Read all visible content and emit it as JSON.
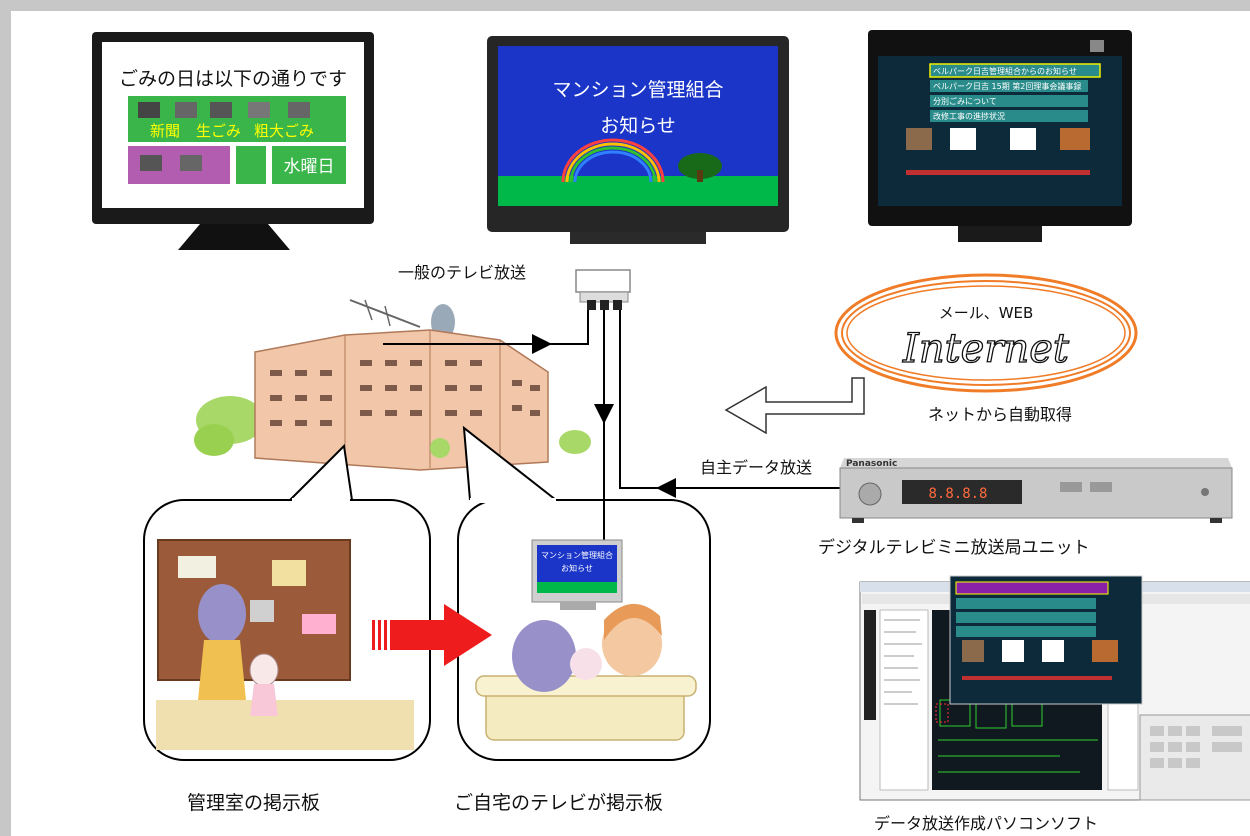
{
  "tv1": {
    "title": "ごみの日は以下の通りです",
    "labels": [
      "新聞",
      "生ごみ",
      "粗大ごみ"
    ],
    "day": "水曜日"
  },
  "tv2": {
    "line1": "マンション管理組合",
    "line2": "お知らせ"
  },
  "tv3": {
    "menu": [
      "ベルパーク日吉管理組合からのお知らせ",
      "ベルパーク日吉 15期 第2回理事会議事録",
      "分別ごみについて",
      "改修工事の進捗状況"
    ]
  },
  "labels": {
    "broadcast": "一般のテレビ放送",
    "mail_web": "メール、WEB",
    "internet": "Internet",
    "auto_fetch": "ネットから自動取得",
    "self_data": "自主データ放送",
    "unit": "デジタルテレビミニ放送局ユニット",
    "software": "データ放送作成パソコンソフト",
    "office_board": "管理室の掲示板",
    "home_tv": "ご自宅のテレビが掲示板"
  },
  "device": {
    "brand": "Panasonic",
    "display": "8.8.8.8"
  },
  "small_tv": {
    "line1": "マンション管理組合",
    "line2": "お知らせ"
  },
  "colors": {
    "arrow_red": "#ee1c1c",
    "internet_orange": "#f07c28",
    "tv2_bg": "#1a35c8",
    "tv3_bg": "#0d2a3a",
    "grass": "#00b84a"
  }
}
